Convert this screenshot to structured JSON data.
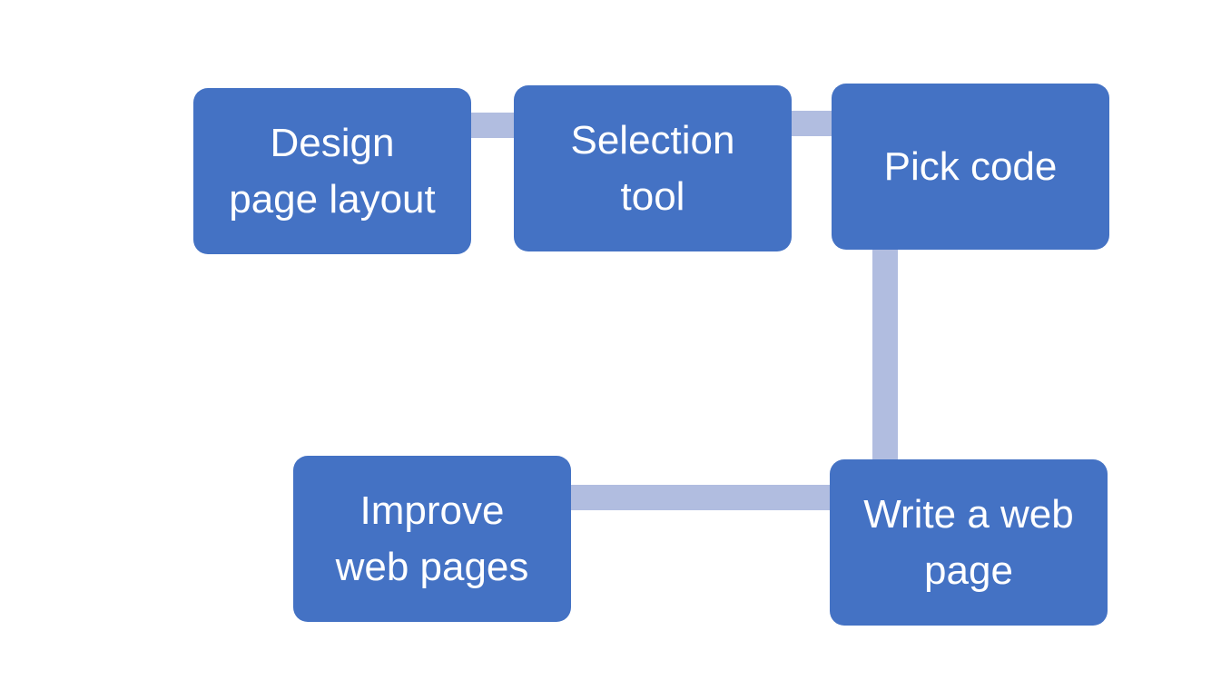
{
  "diagram": {
    "colors": {
      "node_fill": "#4472c4",
      "node_text": "#ffffff",
      "connector": "#b1bde0",
      "background": "#ffffff"
    },
    "nodes": [
      {
        "id": "design",
        "label": "Design\npage layout"
      },
      {
        "id": "selection",
        "label": "Selection\ntool"
      },
      {
        "id": "pick",
        "label": "Pick code"
      },
      {
        "id": "write",
        "label": "Write a web\npage"
      },
      {
        "id": "improve",
        "label": "Improve\nweb pages"
      }
    ],
    "edges": [
      {
        "from": "design",
        "to": "selection"
      },
      {
        "from": "selection",
        "to": "pick"
      },
      {
        "from": "pick",
        "to": "write"
      },
      {
        "from": "write",
        "to": "improve"
      }
    ]
  }
}
